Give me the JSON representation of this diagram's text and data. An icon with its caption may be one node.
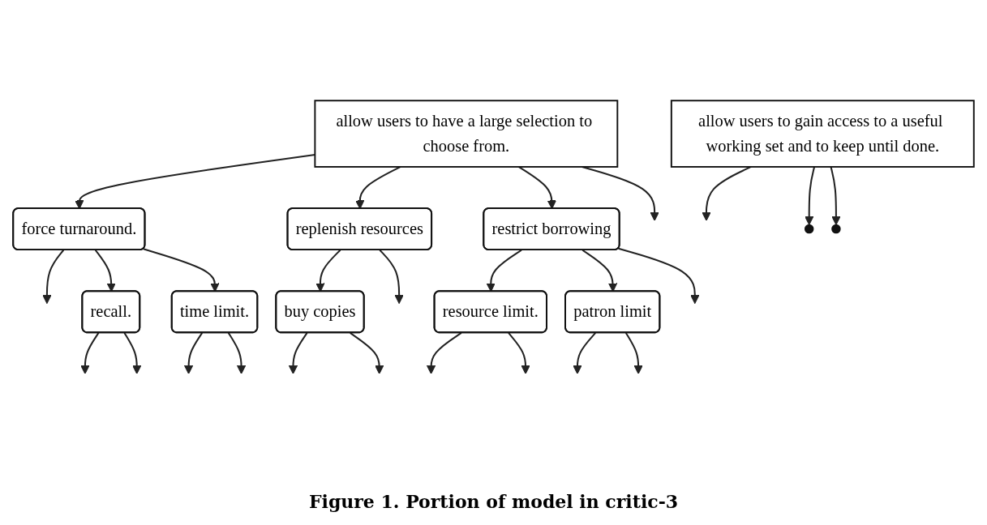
{
  "diagram": {
    "caption": "Figure 1. Portion of model in critic-3",
    "nodes": [
      {
        "text": [
          "allow users to gain access to a useful working set and to keep until done."
        ]
      },
      {
        "text": [
          "allow users to have a large selection to choose from."
        ]
      },
      {
        "text": [],
        "shape": "circle"
      },
      {
        "text": [
          "force turnaround."
        ]
      },
      {
        "text": [
          "replenish resources"
        ]
      },
      {
        "text": [],
        "shape": "circle"
      },
      {
        "text": [
          "restrict borrowing"
        ]
      },
      {
        "text": [
          "recall."
        ]
      },
      {
        "text": [
          "time limit."
        ]
      },
      {
        "text": [
          "buy copies"
        ]
      },
      {
        "text": [
          "resource limit."
        ]
      },
      {
        "text": [
          "patron limit"
        ]
      }
    ],
    "edges": [
      {
        "from": 0,
        "to": null,
        "arrow": "to"
      },
      {
        "from": 0,
        "to": 2,
        "arrow": "to"
      },
      {
        "from": 0,
        "to": 5,
        "arrow": "to"
      },
      {
        "from": 1,
        "to": 3,
        "arrow": "to"
      },
      {
        "from": 1,
        "to": 4,
        "arrow": "to"
      },
      {
        "from": 1,
        "to": 6,
        "arrow": "to"
      },
      {
        "from": 1,
        "to": null,
        "arrow": "to"
      },
      {
        "from": 3,
        "to": null,
        "arrow": "to"
      },
      {
        "from": 3,
        "to": 7,
        "arrow": "to"
      },
      {
        "from": 3,
        "to": 8,
        "arrow": "to"
      },
      {
        "from": 4,
        "to": 9,
        "arrow": "to"
      },
      {
        "from": 4,
        "to": null,
        "arrow": "to"
      },
      {
        "from": 6,
        "to": 10,
        "arrow": "to"
      },
      {
        "from": 6,
        "to": 11,
        "arrow": "to"
      },
      {
        "from": 6,
        "to": null,
        "arrow": "to"
      },
      {
        "from": 7,
        "to": null,
        "arrow": "to"
      },
      {
        "from": 7,
        "to": null,
        "arrow": "to"
      },
      {
        "from": 8,
        "to": null,
        "arrow": "to"
      },
      {
        "from": 8,
        "to": null,
        "arrow": "to"
      },
      {
        "from": 9,
        "to": null,
        "arrow": "to"
      },
      {
        "from": 9,
        "to": null,
        "arrow": "to"
      },
      {
        "from": 10,
        "to": null,
        "arrow": "to"
      },
      {
        "from": 10,
        "to": null,
        "arrow": "to"
      },
      {
        "from": 11,
        "to": null,
        "arrow": "to"
      },
      {
        "from": 11,
        "to": null,
        "arrow": "to"
      }
    ]
  }
}
